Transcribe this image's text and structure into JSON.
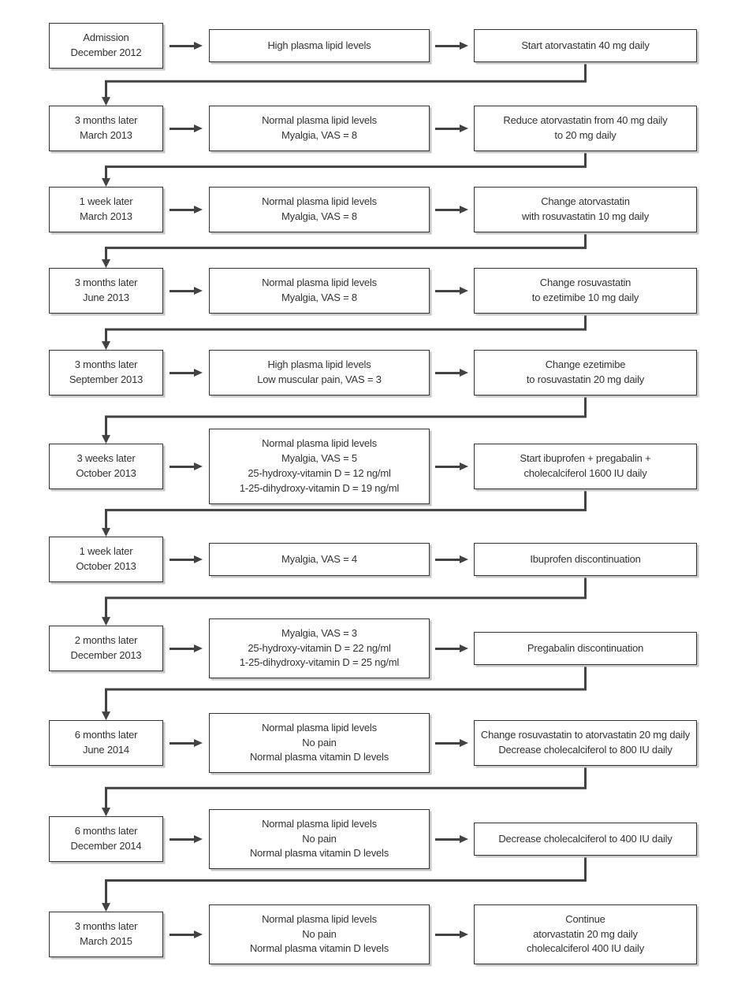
{
  "colors": {
    "line": "#424242",
    "box_border": "#333333",
    "text": "#333333",
    "box_shadow": "#c6c6c6",
    "background": "#ffffff"
  },
  "flowchart": {
    "description": "patient-treatment-timeline",
    "rows": [
      {
        "date": {
          "lines": [
            "Admission",
            "December 2012"
          ]
        },
        "findings": {
          "lines": [
            "High plasma lipid levels"
          ]
        },
        "action": {
          "lines": [
            "Start atorvastatin 40 mg daily"
          ]
        }
      },
      {
        "date": {
          "lines": [
            "3 months later",
            "March 2013"
          ]
        },
        "findings": {
          "lines": [
            "Normal plasma lipid levels",
            "Myalgia, VAS = 8"
          ]
        },
        "action": {
          "lines": [
            "Reduce atorvastatin from 40 mg daily",
            "to 20 mg daily"
          ]
        }
      },
      {
        "date": {
          "lines": [
            "1 week later",
            "March 2013"
          ]
        },
        "findings": {
          "lines": [
            "Normal plasma lipid levels",
            "Myalgia, VAS = 8"
          ]
        },
        "action": {
          "lines": [
            "Change atorvastatin",
            "with rosuvastatin 10 mg daily"
          ]
        }
      },
      {
        "date": {
          "lines": [
            "3 months later",
            "June 2013"
          ]
        },
        "findings": {
          "lines": [
            "Normal plasma lipid levels",
            "Myalgia, VAS = 8"
          ]
        },
        "action": {
          "lines": [
            "Change rosuvastatin",
            "to ezetimibe 10 mg daily"
          ]
        }
      },
      {
        "date": {
          "lines": [
            "3 months later",
            "September 2013"
          ]
        },
        "findings": {
          "lines": [
            "High plasma lipid levels",
            "Low muscular pain, VAS = 3"
          ]
        },
        "action": {
          "lines": [
            "Change ezetimibe",
            "to rosuvastatin 20 mg daily"
          ]
        }
      },
      {
        "date": {
          "lines": [
            "3 weeks later",
            "October 2013"
          ]
        },
        "findings": {
          "lines": [
            "Normal plasma lipid levels",
            "Myalgia, VAS = 5",
            "25-hydroxy-vitamin D = 12 ng/ml",
            "1-25-dihydroxy-vitamin D = 19 ng/ml"
          ]
        },
        "action": {
          "lines": [
            "Start ibuprofen + pregabalin +",
            "cholecalciferol 1600 IU daily"
          ]
        }
      },
      {
        "date": {
          "lines": [
            "1 week later",
            "October 2013"
          ]
        },
        "findings": {
          "lines": [
            "Myalgia, VAS = 4"
          ]
        },
        "action": {
          "lines": [
            "Ibuprofen discontinuation"
          ]
        }
      },
      {
        "date": {
          "lines": [
            "2 months later",
            "December 2013"
          ]
        },
        "findings": {
          "lines": [
            "Myalgia, VAS = 3",
            "25-hydroxy-vitamin D = 22 ng/ml",
            "1-25-dihydroxy-vitamin D = 25 ng/ml"
          ]
        },
        "action": {
          "lines": [
            "Pregabalin discontinuation"
          ]
        }
      },
      {
        "date": {
          "lines": [
            "6 months later",
            "June 2014"
          ]
        },
        "findings": {
          "lines": [
            "Normal plasma lipid levels",
            "No pain",
            "Normal plasma vitamin D levels"
          ]
        },
        "action": {
          "lines": [
            "Change rosuvastatin to atorvastatin 20 mg daily",
            "Decrease cholecalciferol to 800 IU daily"
          ]
        }
      },
      {
        "date": {
          "lines": [
            "6 months later",
            "December 2014"
          ]
        },
        "findings": {
          "lines": [
            "Normal plasma lipid levels",
            "No pain",
            "Normal plasma vitamin D levels"
          ]
        },
        "action": {
          "lines": [
            "Decrease cholecalciferol to 400 IU daily"
          ]
        }
      },
      {
        "date": {
          "lines": [
            "3 months later",
            "March 2015"
          ]
        },
        "findings": {
          "lines": [
            "Normal plasma lipid levels",
            "No pain",
            "Normal plasma vitamin D levels"
          ]
        },
        "action": {
          "lines": [
            "Continue",
            "atorvastatin 20 mg daily",
            "cholecalciferol 400 IU daily"
          ]
        }
      }
    ]
  }
}
